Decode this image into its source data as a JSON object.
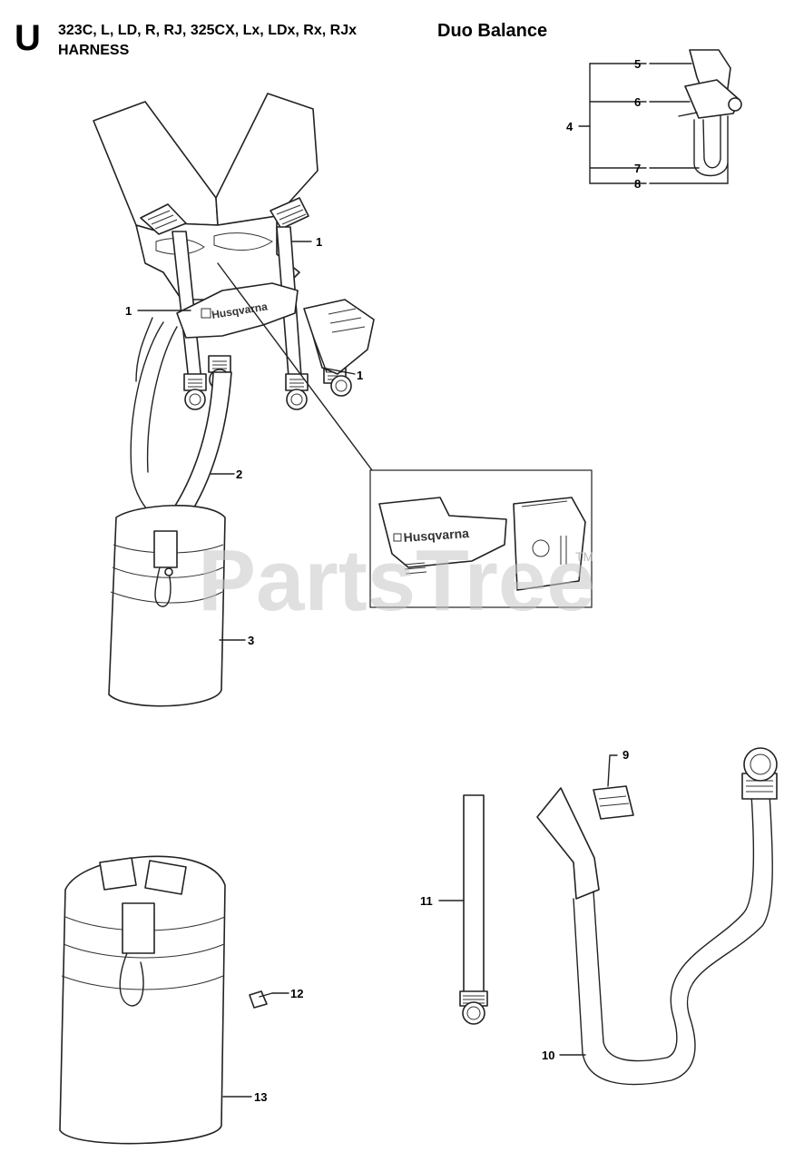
{
  "header": {
    "section_letter": "U",
    "models": "323C, L, LD, R, RJ, 325CX, Lx, LDx, Rx, RJx",
    "subtitle": "HARNESS",
    "variant": "Duo Balance"
  },
  "watermark": {
    "text": "PartsTree",
    "trademark": "TM"
  },
  "brand_label": "Husqvarna",
  "callouts": {
    "c1a": "1",
    "c1b": "1",
    "c1c": "1",
    "c2": "2",
    "c3": "3",
    "c4": "4",
    "c5": "5",
    "c6": "6",
    "c7": "7",
    "c8": "8",
    "c9": "9",
    "c10": "10",
    "c11": "11",
    "c12": "12",
    "c13": "13"
  }
}
